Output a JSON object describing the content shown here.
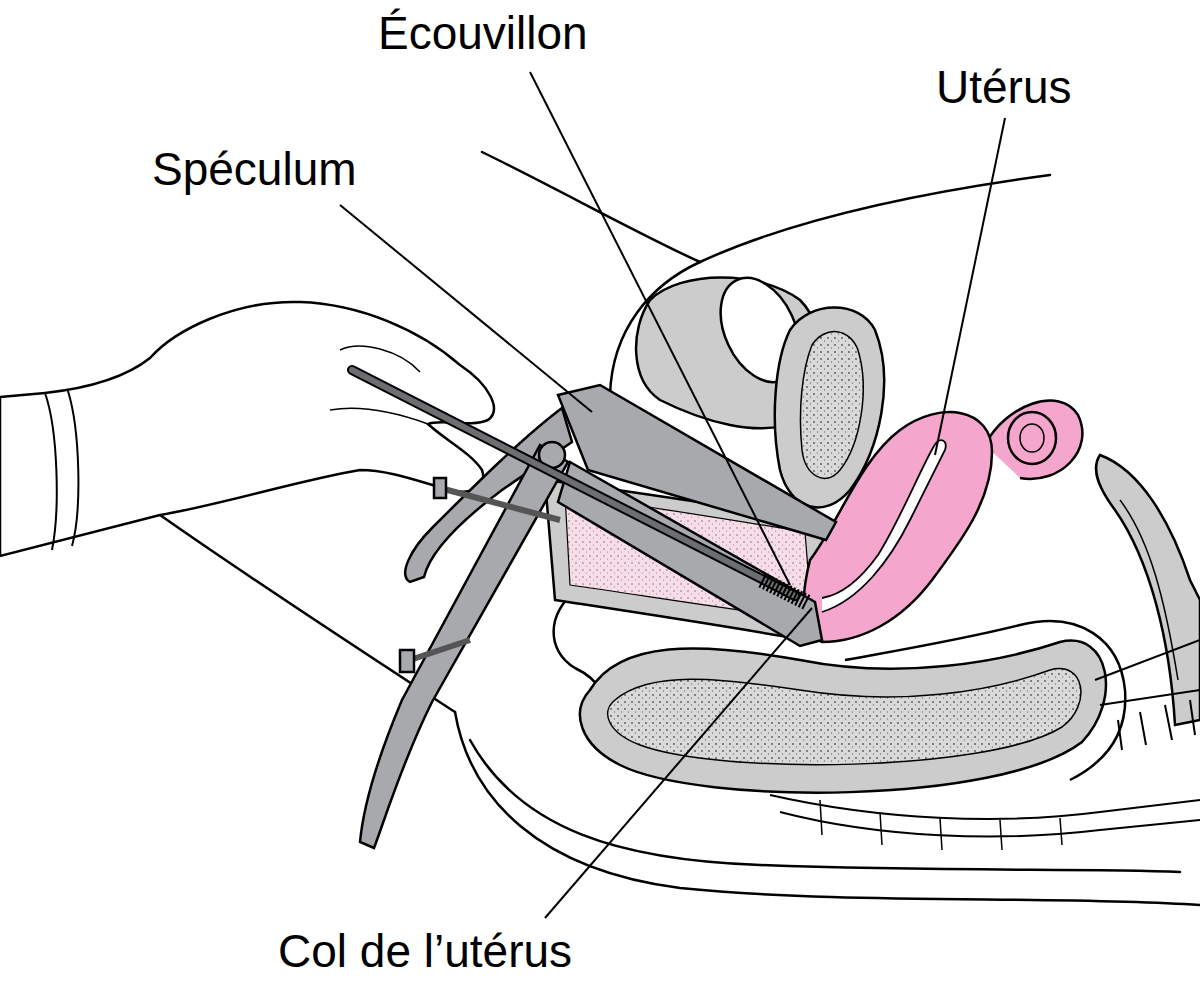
{
  "diagram": {
    "labels": [
      "Écouvillon",
      "Utérus",
      "Spéculum",
      "Col de l’utérus"
    ]
  }
}
